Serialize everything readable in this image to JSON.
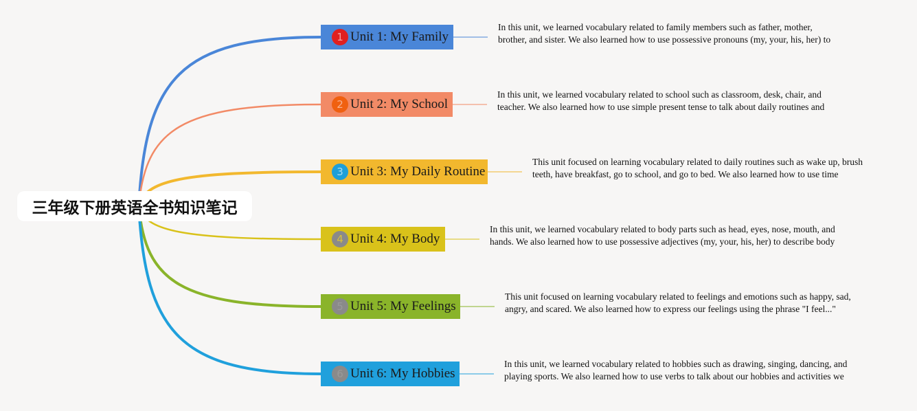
{
  "root": {
    "title": "三年级下册英语全书知识笔记"
  },
  "units": [
    {
      "number": "1",
      "title": "Unit 1: My Family",
      "color": "#4a86d8",
      "badge_color": "#e02020",
      "badge_text_color": "#f4a0a0",
      "description": "In this unit, we learned vocabulary related to family members such as father, mother, brother, and sister. We also learned how to use possessive pronouns (my, your, his, her) to describe family members."
    },
    {
      "number": "2",
      "title": "Unit 2: My School",
      "color": "#f28a66",
      "badge_color": "#f06010",
      "badge_text_color": "#f8b090",
      "description": "In this unit, we learned vocabulary related to school such as classroom, desk, chair, and teacher. We also learned how to use simple present tense to talk about daily routines and school activities."
    },
    {
      "number": "3",
      "title": "Unit 3: My Daily Routine",
      "color": "#f2b82e",
      "badge_color": "#1e9fd8",
      "badge_text_color": "#a8dcf2",
      "description": "This unit focused on learning vocabulary related to daily routines such as wake up, brush teeth, have breakfast, go to school, and go to bed. We also learned how to use time expressions (in the morning, in the afternoon, at night) to describe our daily activities."
    },
    {
      "number": "4",
      "title": "Unit 4: My Body",
      "color": "#d9c21a",
      "badge_color": "#8a8a8a",
      "badge_text_color": "#d8c040",
      "description": "In this unit, we learned vocabulary related to body parts such as head, eyes, nose, mouth, and hands. We also learned how to use possessive adjectives (my, your, his, her) to describe body parts."
    },
    {
      "number": "5",
      "title": "Unit 5: My Feelings",
      "color": "#8ab42a",
      "badge_color": "#8a8a8a",
      "badge_text_color": "#9a9a9a",
      "description": "This unit focused on learning vocabulary related to feelings and emotions such as happy, sad, angry, and scared. We also learned how to express our feelings using the phrase \"I feel...\""
    },
    {
      "number": "6",
      "title": "Unit 6: My Hobbies",
      "color": "#20a0dc",
      "badge_color": "#8a8a8a",
      "badge_text_color": "#9a9a9a",
      "description": "In this unit, we learned vocabulary related to hobbies such as drawing, singing, dancing, and playing sports. We also learned how to use verbs to talk about our hobbies and activities we enjoy."
    }
  ]
}
